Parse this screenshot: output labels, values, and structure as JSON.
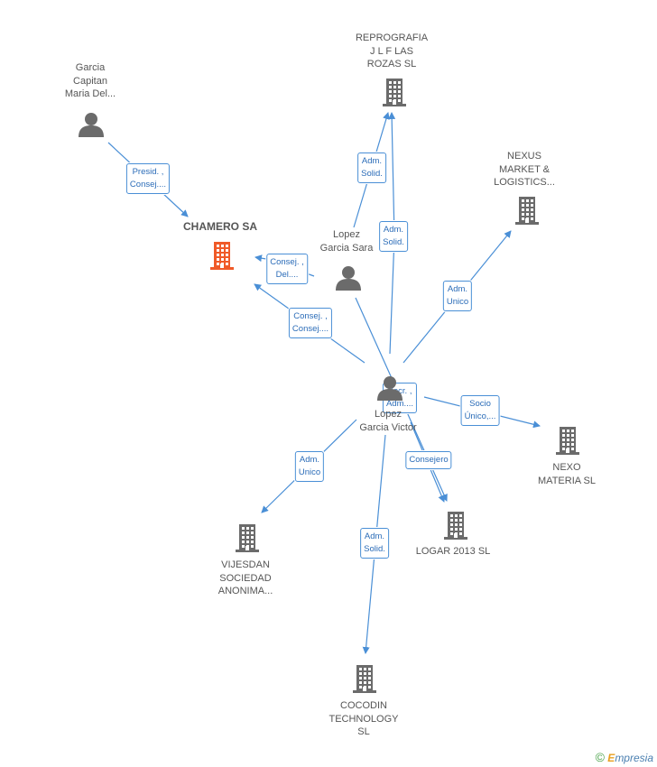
{
  "colors": {
    "edge": "#4a8fd6",
    "building": "#6b6b6b",
    "focus_building": "#f05a28",
    "person": "#6b6b6b"
  },
  "nodes": [
    {
      "id": "garcia",
      "kind": "person",
      "label": [
        "Garcia",
        "Capitan",
        "Maria Del..."
      ]
    },
    {
      "id": "chamero",
      "kind": "focus",
      "label": [
        "CHAMERO SA"
      ]
    },
    {
      "id": "lopez_sara",
      "kind": "person",
      "label": [
        "Lopez",
        "Garcia Sara"
      ]
    },
    {
      "id": "lopez_victor",
      "kind": "person",
      "label": [
        "Lopez",
        "Garcia Victor"
      ]
    },
    {
      "id": "reprografia",
      "kind": "company",
      "label": [
        "REPROGRAFIA",
        "J L F LAS",
        "ROZAS SL"
      ]
    },
    {
      "id": "nexus",
      "kind": "company",
      "label": [
        "NEXUS",
        "MARKET &",
        "LOGISTICS..."
      ]
    },
    {
      "id": "nexo",
      "kind": "company",
      "label": [
        "NEXO",
        "MATERIA SL"
      ]
    },
    {
      "id": "logar",
      "kind": "company",
      "label": [
        "LOGAR 2013  SL"
      ]
    },
    {
      "id": "viejesdan",
      "kind": "company",
      "label": [
        "VIJESDAN",
        "SOCIEDAD",
        "ANONIMA..."
      ]
    },
    {
      "id": "cocodin",
      "kind": "company",
      "label": [
        "COCODIN",
        "TECHNOLOGY",
        "SL"
      ]
    }
  ],
  "edges": [
    {
      "from": "garcia",
      "to": "chamero",
      "label": [
        "Presid. ,",
        "Consej...."
      ]
    },
    {
      "from": "lopez_sara",
      "to": "chamero",
      "label": [
        "Consej. ,",
        "Del...."
      ]
    },
    {
      "from": "lopez_victor",
      "to": "chamero",
      "label": [
        "Consej. ,",
        "Consej...."
      ]
    },
    {
      "from": "lopez_sara",
      "to": "reprografia",
      "label": [
        "Adm.",
        "Solid."
      ]
    },
    {
      "from": "lopez_victor",
      "to": "reprografia",
      "label": [
        "Adm.",
        "Solid."
      ]
    },
    {
      "from": "lopez_victor",
      "to": "nexus",
      "label": [
        "Adm.",
        "Unico"
      ]
    },
    {
      "from": "lopez_victor",
      "to": "nexo",
      "label": [
        "Socio",
        "Único,..."
      ]
    },
    {
      "from": "lopez_sara",
      "to": "logar",
      "label": [
        "Secr. ,",
        "Adm...."
      ]
    },
    {
      "from": "lopez_victor",
      "to": "logar",
      "label": [
        "Consejero"
      ]
    },
    {
      "from": "lopez_victor",
      "to": "viejesdan",
      "label": [
        "Adm.",
        "Unico"
      ]
    },
    {
      "from": "lopez_victor",
      "to": "cocodin",
      "label": [
        "Adm.",
        "Solid."
      ]
    }
  ],
  "brand": {
    "copyright": "©",
    "name_initial": "E",
    "name_rest": "mpresia"
  }
}
